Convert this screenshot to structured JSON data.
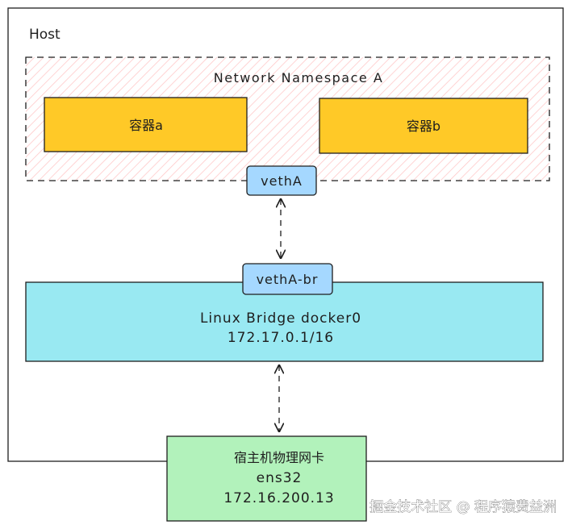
{
  "host": {
    "label": "Host"
  },
  "namespace": {
    "label": "Network Namespace A"
  },
  "containers": [
    {
      "label": "容器a"
    },
    {
      "label": "容器b"
    }
  ],
  "veth_a": {
    "label": "vethA"
  },
  "veth_a_br": {
    "label": "vethA-br"
  },
  "bridge": {
    "title": "Linux Bridge docker0",
    "subnet": "172.17.0.1/16"
  },
  "nic": {
    "title": "宿主机物理网卡",
    "name": "ens32",
    "ip": "172.16.200.13"
  },
  "watermark": {
    "text": "掘金技术社区 @ 程序猿费益洲"
  },
  "colors": {
    "container_fill": "#ffc927",
    "veth_fill": "#a5d8ff",
    "bridge_fill": "#99e9f2",
    "nic_fill": "#b2f2bb",
    "namespace_hatch": "#ffc9c9",
    "stroke": "#1e1e1e"
  }
}
